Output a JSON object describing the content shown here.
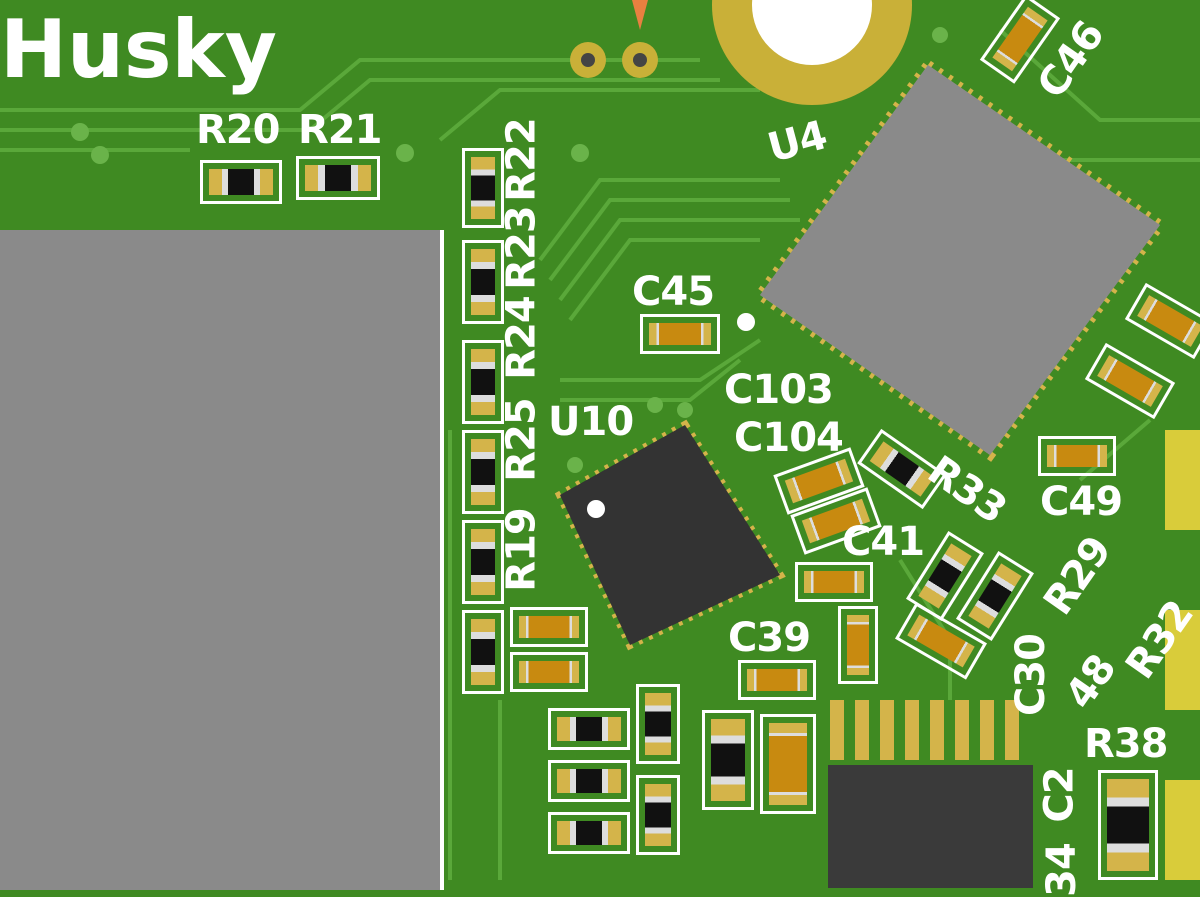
{
  "board": {
    "brand": "Husky",
    "colors": {
      "soldermask": "#3f8a22",
      "silkscreen": "#ffffff",
      "pad": "#d4b44a",
      "module": "#8a8a8a",
      "ic": "#333333"
    },
    "designators": {
      "r20": "R20",
      "r21": "R21",
      "r22": "R22",
      "r23": "R23",
      "r24": "R24",
      "r25": "R25",
      "r19": "R19",
      "u10": "U10",
      "u4": "U4",
      "c45": "C45",
      "c46": "C46",
      "c103": "C103",
      "c104": "C104",
      "c41": "C41",
      "c39": "C39",
      "r33": "R33",
      "c49": "C49",
      "c30": "C30",
      "r29": "R29",
      "r32": "R32",
      "c48": "48",
      "r38": "R38",
      "c34": "34",
      "c2": "C2"
    }
  }
}
